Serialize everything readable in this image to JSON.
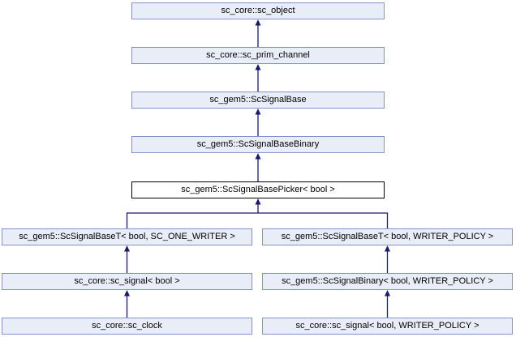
{
  "diagram": {
    "kind": "class-inheritance-diagram",
    "colors": {
      "node_fill": "#E8EDF7",
      "node_border": "#8295C6",
      "current_node_fill": "#FFFFFF",
      "current_node_border": "#000000",
      "arrow": "#191970",
      "text": "#000000",
      "background": "#FFFFFF"
    },
    "nodes": [
      {
        "label": "sc_core::sc_object",
        "current": false
      },
      {
        "label": "sc_core::sc_prim_channel",
        "current": false
      },
      {
        "label": "sc_gem5::ScSignalBase",
        "current": false
      },
      {
        "label": "sc_gem5::ScSignalBaseBinary",
        "current": false
      },
      {
        "label": "sc_gem5::ScSignalBasePicker< bool >",
        "current": true
      },
      {
        "label": "sc_gem5::ScSignalBaseT< bool, SC_ONE_WRITER >",
        "current": false
      },
      {
        "label": "sc_gem5::ScSignalBaseT< bool, WRITER_POLICY >",
        "current": false
      },
      {
        "label": "sc_core::sc_signal< bool >",
        "current": false
      },
      {
        "label": "sc_gem5::ScSignalBinary< bool, WRITER_POLICY >",
        "current": false
      },
      {
        "label": "sc_core::sc_clock",
        "current": false
      },
      {
        "label": "sc_core::sc_signal< bool, WRITER_POLICY >",
        "current": false
      }
    ],
    "edges": [
      {
        "derived": "sc_core::sc_prim_channel",
        "base": "sc_core::sc_object"
      },
      {
        "derived": "sc_gem5::ScSignalBase",
        "base": "sc_core::sc_prim_channel"
      },
      {
        "derived": "sc_gem5::ScSignalBaseBinary",
        "base": "sc_gem5::ScSignalBase"
      },
      {
        "derived": "sc_gem5::ScSignalBasePicker< bool >",
        "base": "sc_gem5::ScSignalBaseBinary"
      },
      {
        "derived": "sc_gem5::ScSignalBaseT< bool, SC_ONE_WRITER >",
        "base": "sc_gem5::ScSignalBasePicker< bool >"
      },
      {
        "derived": "sc_gem5::ScSignalBaseT< bool, WRITER_POLICY >",
        "base": "sc_gem5::ScSignalBasePicker< bool >"
      },
      {
        "derived": "sc_core::sc_signal< bool >",
        "base": "sc_gem5::ScSignalBaseT< bool, SC_ONE_WRITER >"
      },
      {
        "derived": "sc_gem5::ScSignalBinary< bool, WRITER_POLICY >",
        "base": "sc_gem5::ScSignalBaseT< bool, WRITER_POLICY >"
      },
      {
        "derived": "sc_core::sc_clock",
        "base": "sc_core::sc_signal< bool >"
      },
      {
        "derived": "sc_core::sc_signal< bool, WRITER_POLICY >",
        "base": "sc_gem5::ScSignalBinary< bool, WRITER_POLICY >"
      }
    ]
  }
}
